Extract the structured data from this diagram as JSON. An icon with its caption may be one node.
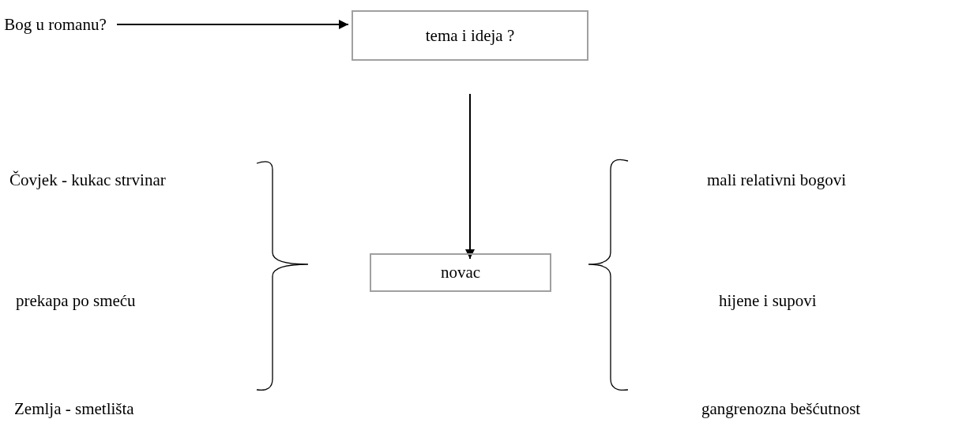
{
  "diagram": {
    "nodes": [
      {
        "text": [
          "Bog u romanu?"
        ]
      },
      {
        "text": [
          "tema i ideja ?"
        ]
      },
      {
        "text": [
          "novac"
        ]
      }
    ],
    "edges": [
      {
        "from": 0,
        "to": 1,
        "arrow": "to"
      },
      {
        "from": 1,
        "to": 2,
        "arrow": "to"
      }
    ],
    "labels": [
      "Čovjek - kukac strvinar",
      "mali relativni bogovi",
      "prekapa po smeću",
      "hijene i supovi",
      "Zemlja - smetlišta",
      "gangrenozna bešćutnost"
    ]
  }
}
